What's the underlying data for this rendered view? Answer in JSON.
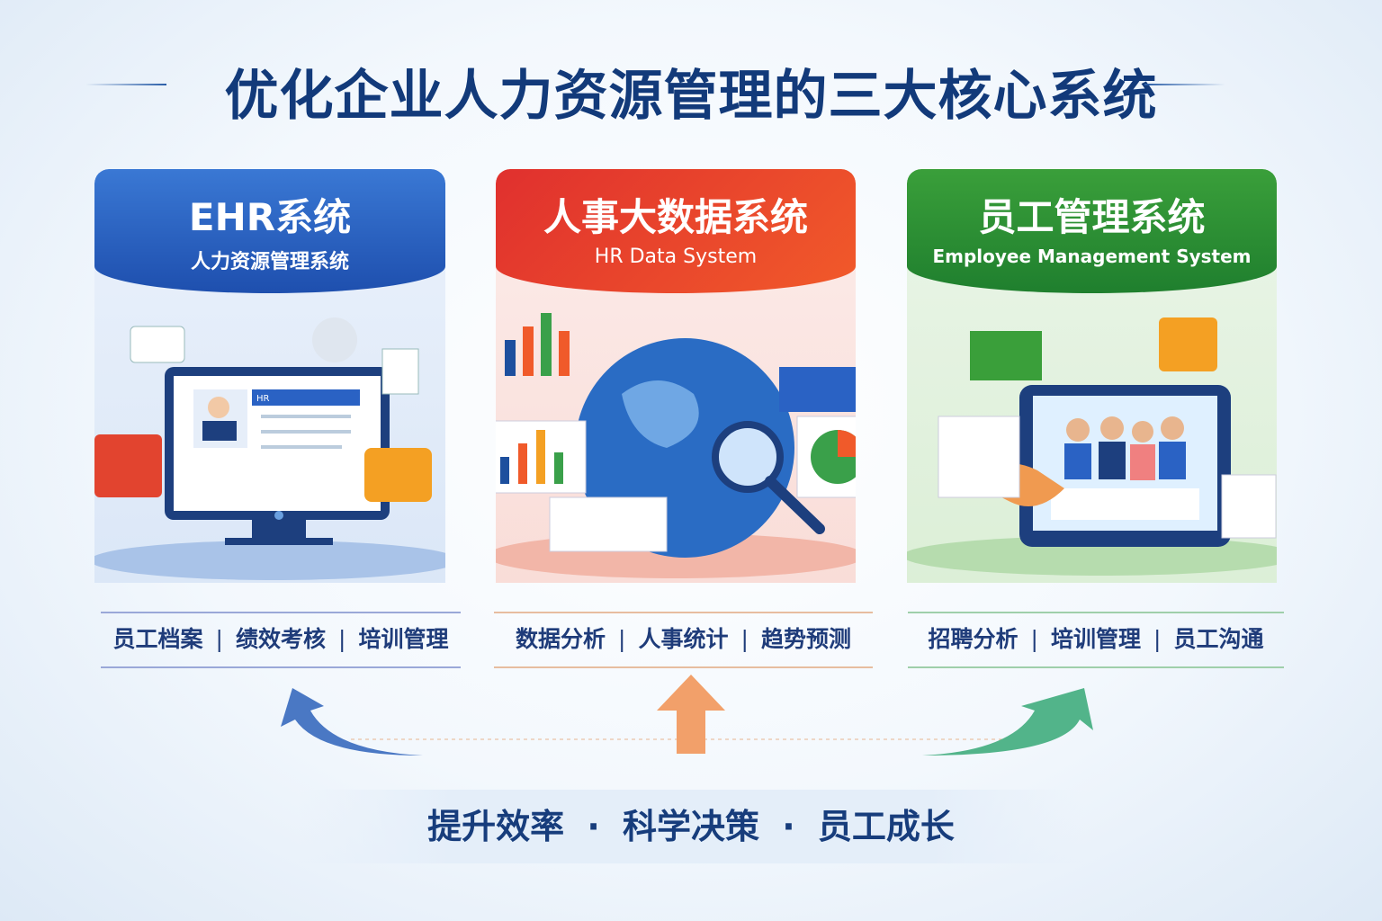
{
  "title": "优化企业人力资源管理的三大核心系统",
  "cards": [
    {
      "title": "EHR系统",
      "subtitle": "人力资源管理系统",
      "color": "#2a62c4",
      "features": [
        "员工档案",
        "绩效考核",
        "培训管理"
      ],
      "screen_label": "HR"
    },
    {
      "title": "人事大数据系统",
      "subtitle": "HR Data System",
      "color": "#e0392a",
      "features": [
        "数据分析",
        "人事统计",
        "趋势预测"
      ]
    },
    {
      "title": "员工管理系统",
      "subtitle": "Employee Management System",
      "color": "#2f9a3a",
      "features": [
        "招聘分析",
        "培训管理",
        "员工沟通"
      ]
    }
  ],
  "footer": {
    "items": [
      "提升效率",
      "科学决策",
      "员工成长"
    ],
    "separator": "·"
  }
}
